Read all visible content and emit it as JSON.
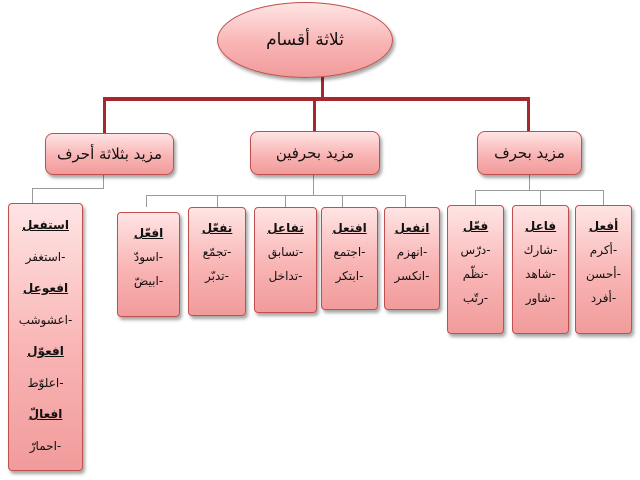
{
  "root": {
    "title": "ثلاثة أقسام"
  },
  "categories": [
    {
      "title": "مزيد بحرف",
      "boxes": [
        {
          "heading": "أفعل",
          "items": [
            "-أكرم",
            "-أحسن",
            "-أفرد"
          ]
        },
        {
          "heading": "فاعل",
          "items": [
            "-شارك",
            "-شاهد",
            "-شاور"
          ]
        },
        {
          "heading": "فعّل",
          "items": [
            "-درّس",
            "-نظّم",
            "-رتّب"
          ]
        }
      ]
    },
    {
      "title": "مزيد بحرفين",
      "boxes": [
        {
          "heading": "انفعل",
          "items": [
            "-انهزم",
            "-انكسر"
          ]
        },
        {
          "heading": "افتعل",
          "items": [
            "-اجتمع",
            "-ابتكر"
          ]
        },
        {
          "heading": "تفاعل",
          "items": [
            "-تسابق",
            "-تداخل"
          ]
        },
        {
          "heading": "تفعّل",
          "items": [
            "-تجمّع",
            "-تدبّر"
          ]
        },
        {
          "heading": "افعّل",
          "items": [
            "-اسودّ",
            "-ابيضّ"
          ]
        }
      ]
    },
    {
      "title": "مزيد بثلاثة أحرف",
      "box": {
        "groups": [
          {
            "heading": "استفعل",
            "item": "-استغفر"
          },
          {
            "heading": "افعوعل",
            "item": "-اعشوشب"
          },
          {
            "heading": "افعوّل",
            "item": "-اعلوّط"
          },
          {
            "heading": "افعالّ",
            "item": "-احمارّ"
          }
        ]
      }
    }
  ]
}
